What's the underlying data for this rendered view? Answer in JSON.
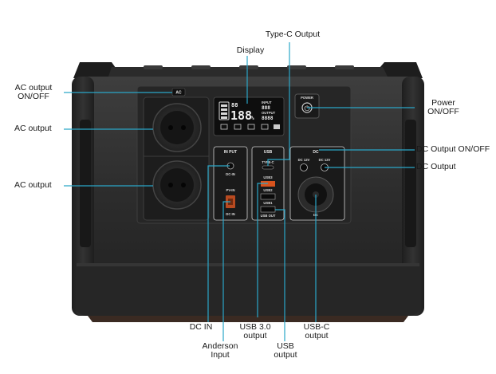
{
  "labels": {
    "type_c_output": "Type-C Output",
    "display": "Display",
    "ac_onoff_line1": "AC output",
    "ac_onoff_line2": "ON/OFF",
    "ac_output_1": "AC output",
    "ac_output_2": "AC output",
    "power_line1": "Power",
    "power_line2": "ON/OFF",
    "dc_output_onoff": "DC Output ON/OFF",
    "dc_output": "DC Output",
    "dc_in": "DC IN",
    "anderson_line1": "Anderson",
    "anderson_line2": "Input",
    "usb30_line1": "USB 3.0",
    "usb30_line2": "output",
    "usb_line1": "USB",
    "usb_line2": "output",
    "usbc_line1": "USB-C",
    "usbc_line2": "output"
  },
  "device": {
    "ac_button_label": "AC",
    "power_button_label": "POWER",
    "input_panel_title": "IN PUT",
    "dc_in_label": "DC-IN",
    "pv_in_label": "PV-IN",
    "dc_in_label2": "DC IN",
    "usb_panel_title": "USB",
    "type_c_label": "TYPE-C",
    "usb3_label": "USB3",
    "usb2_label": "USB2",
    "usb1_label": "USB1",
    "usb_out_label": "USB OUT",
    "dc_panel_title": "DC",
    "dc12v_left": "DC 12V",
    "dc12v_right": "DC 12V",
    "dc_socket_label": "DC",
    "lcd": {
      "big_number": "188",
      "percent_sign": "%",
      "small_number": "88",
      "input_label": "INPUT",
      "input_value": "888",
      "output_label": "OUTPUT",
      "output_value": "8888"
    }
  },
  "colors": {
    "callout_line": "#2aa6c8",
    "body_dark": "#2a2a2a",
    "body_mid": "#3a3a3a",
    "panel": "#1c1c1c",
    "lcd_bg": "#0e0e0e"
  }
}
